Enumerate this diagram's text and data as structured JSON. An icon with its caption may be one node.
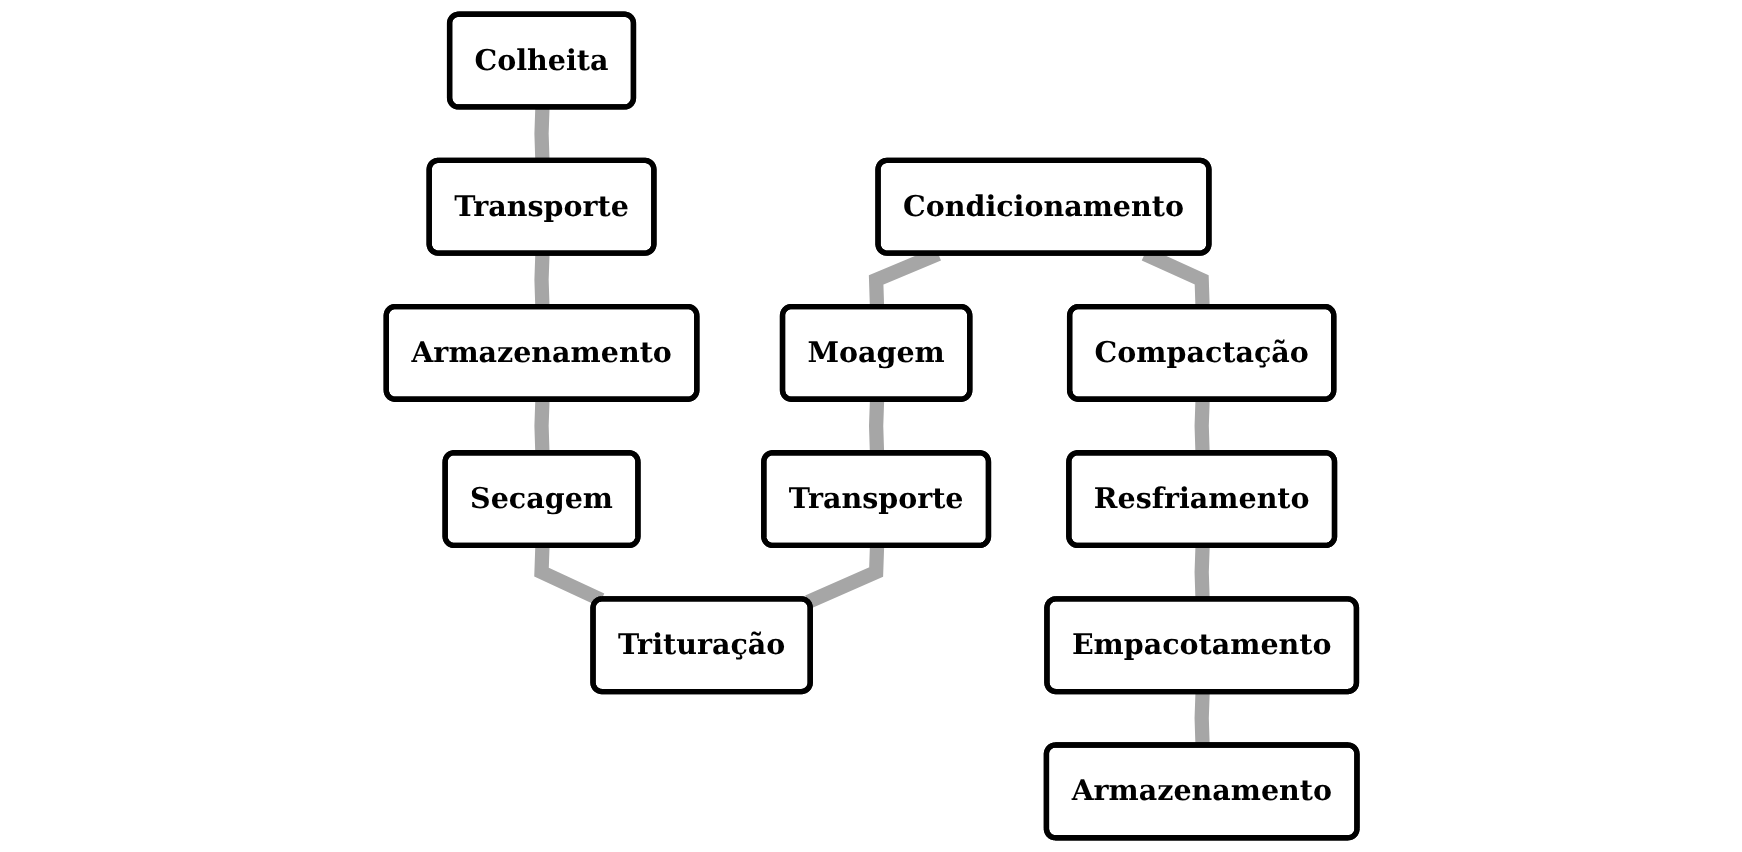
{
  "diagram": {
    "nodes": [
      {
        "text": [
          "Colheita"
        ]
      },
      {
        "text": [
          "Transporte"
        ]
      },
      {
        "text": [
          "Armazenamento"
        ]
      },
      {
        "text": [
          "Secagem"
        ]
      },
      {
        "text": [
          "Trituração"
        ]
      },
      {
        "text": [
          "Transporte"
        ]
      },
      {
        "text": [
          "Moagem"
        ]
      },
      {
        "text": [
          "Condicionamento"
        ]
      },
      {
        "text": [
          "Compactação"
        ]
      },
      {
        "text": [
          "Resfriamento"
        ]
      },
      {
        "text": [
          "Empacotamento"
        ]
      },
      {
        "text": [
          "Armazenamento"
        ]
      }
    ],
    "edges": [
      {
        "from": 0,
        "to": 1,
        "arrow": "none"
      },
      {
        "from": 1,
        "to": 2,
        "arrow": "none"
      },
      {
        "from": 2,
        "to": 3,
        "arrow": "none"
      },
      {
        "from": 3,
        "to": 4,
        "arrow": "none"
      },
      {
        "from": 5,
        "to": 4,
        "arrow": "none"
      },
      {
        "from": 6,
        "to": 5,
        "arrow": "none"
      },
      {
        "from": 7,
        "to": 6,
        "arrow": "none"
      },
      {
        "from": 7,
        "to": 8,
        "arrow": "none"
      },
      {
        "from": 8,
        "to": 9,
        "arrow": "none"
      },
      {
        "from": 9,
        "to": 10,
        "arrow": "none"
      },
      {
        "from": 10,
        "to": 11,
        "arrow": "none"
      }
    ]
  }
}
